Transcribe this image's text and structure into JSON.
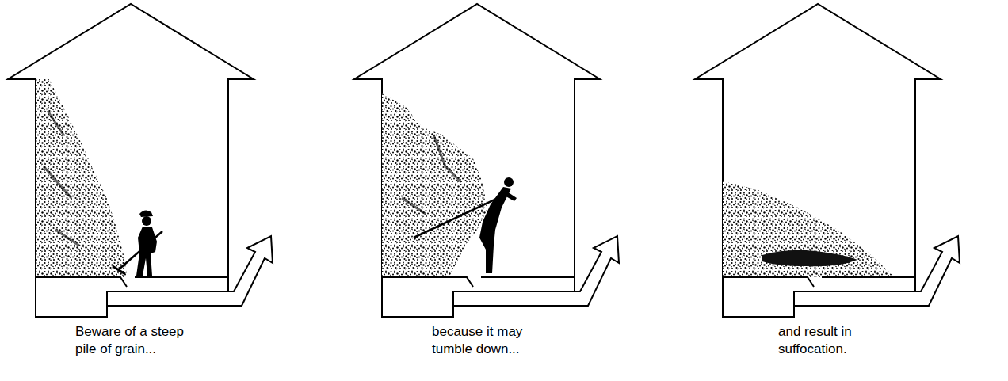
{
  "diagram": {
    "labels": [
      "Beware of a steep pile of grain...",
      "because it may tumble down...",
      "and result in suffocation."
    ]
  }
}
